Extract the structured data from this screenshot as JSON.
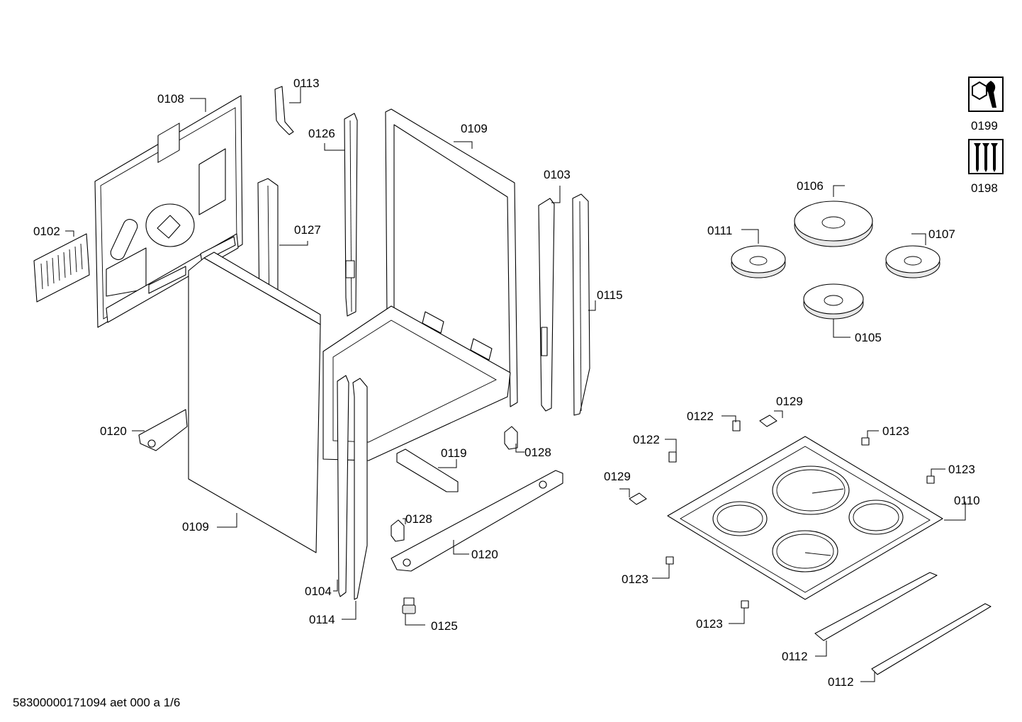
{
  "footer_text": "58300000171094 aet 000 a 1/6",
  "labels": {
    "p0108": "0108",
    "p0113": "0113",
    "p0126": "0126",
    "p0109_top": "0109",
    "p0103": "0103",
    "p0102": "0102",
    "p0127": "0127",
    "p0115": "0115",
    "p0120_left": "0120",
    "p0119": "0119",
    "p0128_right": "0128",
    "p0109_bottom": "0109",
    "p0128_left": "0128",
    "p0120_bottom": "0120",
    "p0104": "0104",
    "p0114": "0114",
    "p0125": "0125",
    "p0199": "0199",
    "p0198": "0198",
    "p0106": "0106",
    "p0111": "0111",
    "p0107": "0107",
    "p0105": "0105",
    "p0122_a": "0122",
    "p0129_a": "0129",
    "p0122_b": "0122",
    "p0123_a": "0123",
    "p0129_b": "0129",
    "p0123_b": "0123",
    "p0110": "0110",
    "p0123_c": "0123",
    "p0123_d": "0123",
    "p0112_a": "0112",
    "p0112_b": "0112"
  },
  "icons": {
    "service": "wrench-nut-icon",
    "screws": "screws-icon"
  }
}
